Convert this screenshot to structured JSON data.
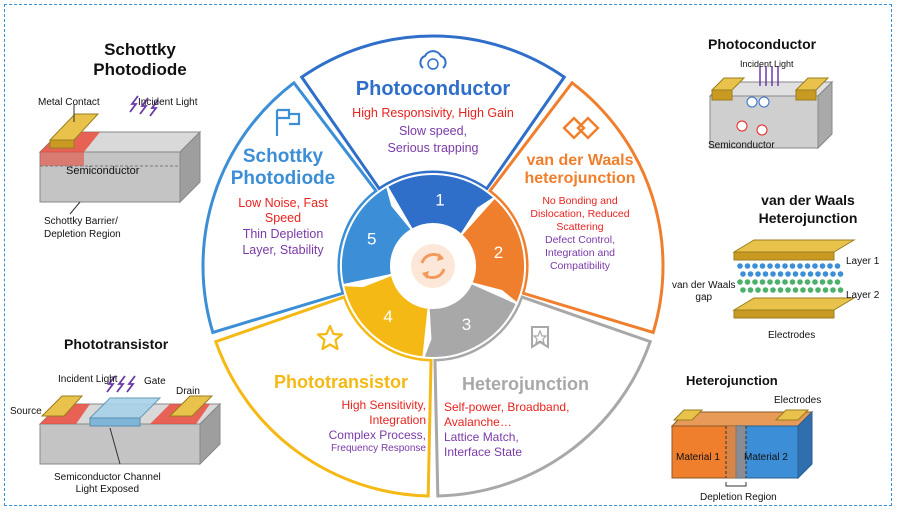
{
  "segments": [
    {
      "number": "1",
      "title": "Photoconductor",
      "pros": "High Responsivity, High Gain",
      "cons": [
        "Slow speed,",
        "Serious trapping"
      ],
      "color": "#2f6fc9",
      "icon": "cloud-refresh-icon"
    },
    {
      "number": "2",
      "title": [
        "van der Waals",
        "heterojunction"
      ],
      "pros": [
        "No Bonding and",
        "Dislocation, Reduced",
        "Scattering"
      ],
      "cons": [
        "Defect Control,",
        "Integration and",
        "Compatibility"
      ],
      "color": "#f07f2d",
      "icon": "linked-diamonds-icon"
    },
    {
      "number": "3",
      "title": "Heterojunction",
      "pros": [
        "Self-power, Broadband,",
        "Avalanche…"
      ],
      "cons": [
        "Lattice Match,",
        "Interface State"
      ],
      "color": "#a8a8a8",
      "icon": "badge-star-icon"
    },
    {
      "number": "4",
      "title": "Phototransistor",
      "pros": [
        "High Sensitivity,",
        "Integration"
      ],
      "cons": [
        "Complex Process,",
        "Frequency Response"
      ],
      "color": "#f5b915",
      "icon": "star-icon"
    },
    {
      "number": "5",
      "title": [
        "Schottky",
        "Photodiode"
      ],
      "pros": [
        "Low Noise, Fast",
        "Speed"
      ],
      "cons": [
        "Thin Depletion",
        "Layer, Stability"
      ],
      "color": "#3c8fd6",
      "icon": "flag-icon"
    }
  ],
  "center_icon": "cycle-arrows-icon",
  "panels": {
    "schottky": {
      "title": [
        "Schottky",
        "Photodiode"
      ],
      "metal_contact": "Metal Contact",
      "incident_light": "Incident Light",
      "semiconductor": "Semiconductor",
      "barrier": [
        "Schottky Barrier/",
        "Depletion Region"
      ]
    },
    "phototransistor": {
      "title": "Phototransistor",
      "incident_light": "Incident Light",
      "gate": "Gate",
      "drain": "Drain",
      "source": "Source",
      "channel": [
        "Semiconductor Channel",
        "Light Exposed"
      ]
    },
    "photoconductor": {
      "title": "Photoconductor",
      "incident_light": "Incident Light",
      "semiconductor": "Semiconductor"
    },
    "vdw": {
      "title": [
        "van der Waals",
        "Heterojunction"
      ],
      "layer1": "Layer 1",
      "layer2": "Layer 2",
      "gap": [
        "van der Waals",
        "gap"
      ],
      "electrodes": "Electrodes"
    },
    "hetero": {
      "title": "Heterojunction",
      "electrodes": "Electrodes",
      "material1": "Material 1",
      "material2": "Material 2",
      "depletion": "Depletion Region"
    }
  }
}
